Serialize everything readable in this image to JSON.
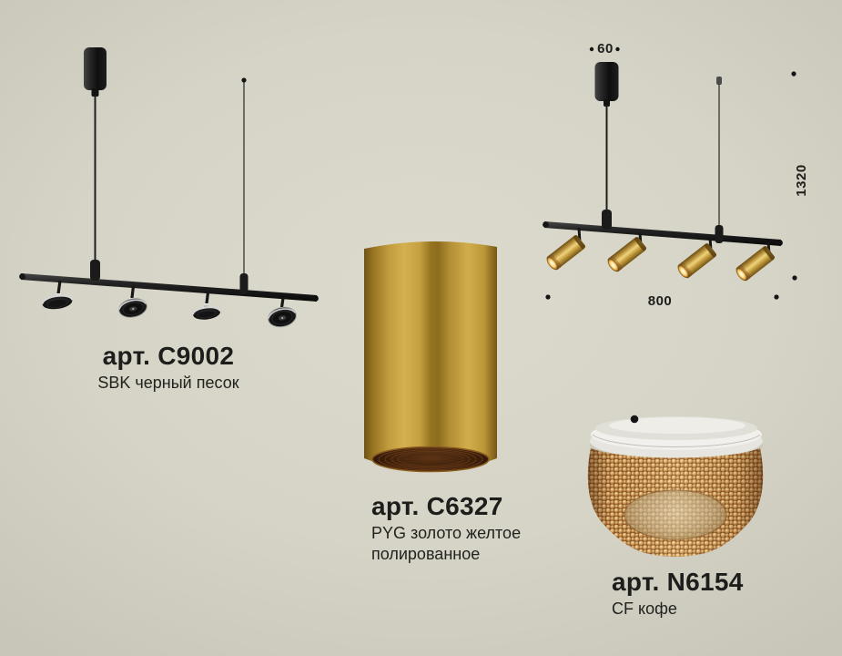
{
  "colors": {
    "background": "#d6d4c6",
    "fixture_black": "#1a1a1a",
    "gold_polished": "#c9a445",
    "amber_crystal": "#d8a868",
    "white_rim": "#efeee9",
    "text": "#1d1d1b"
  },
  "products": {
    "c9002": {
      "art": "арт. C9002",
      "desc": "SBK черный песок"
    },
    "c6327": {
      "art": "арт. C6327",
      "desc_line1": "PYG золото желтое",
      "desc_line2": "полированное"
    },
    "n6154": {
      "art": "арт. N6154",
      "desc": "CF кофе"
    }
  },
  "dimensions": {
    "canopy_width": "60",
    "drop_height": "1320",
    "bar_length": "800"
  }
}
